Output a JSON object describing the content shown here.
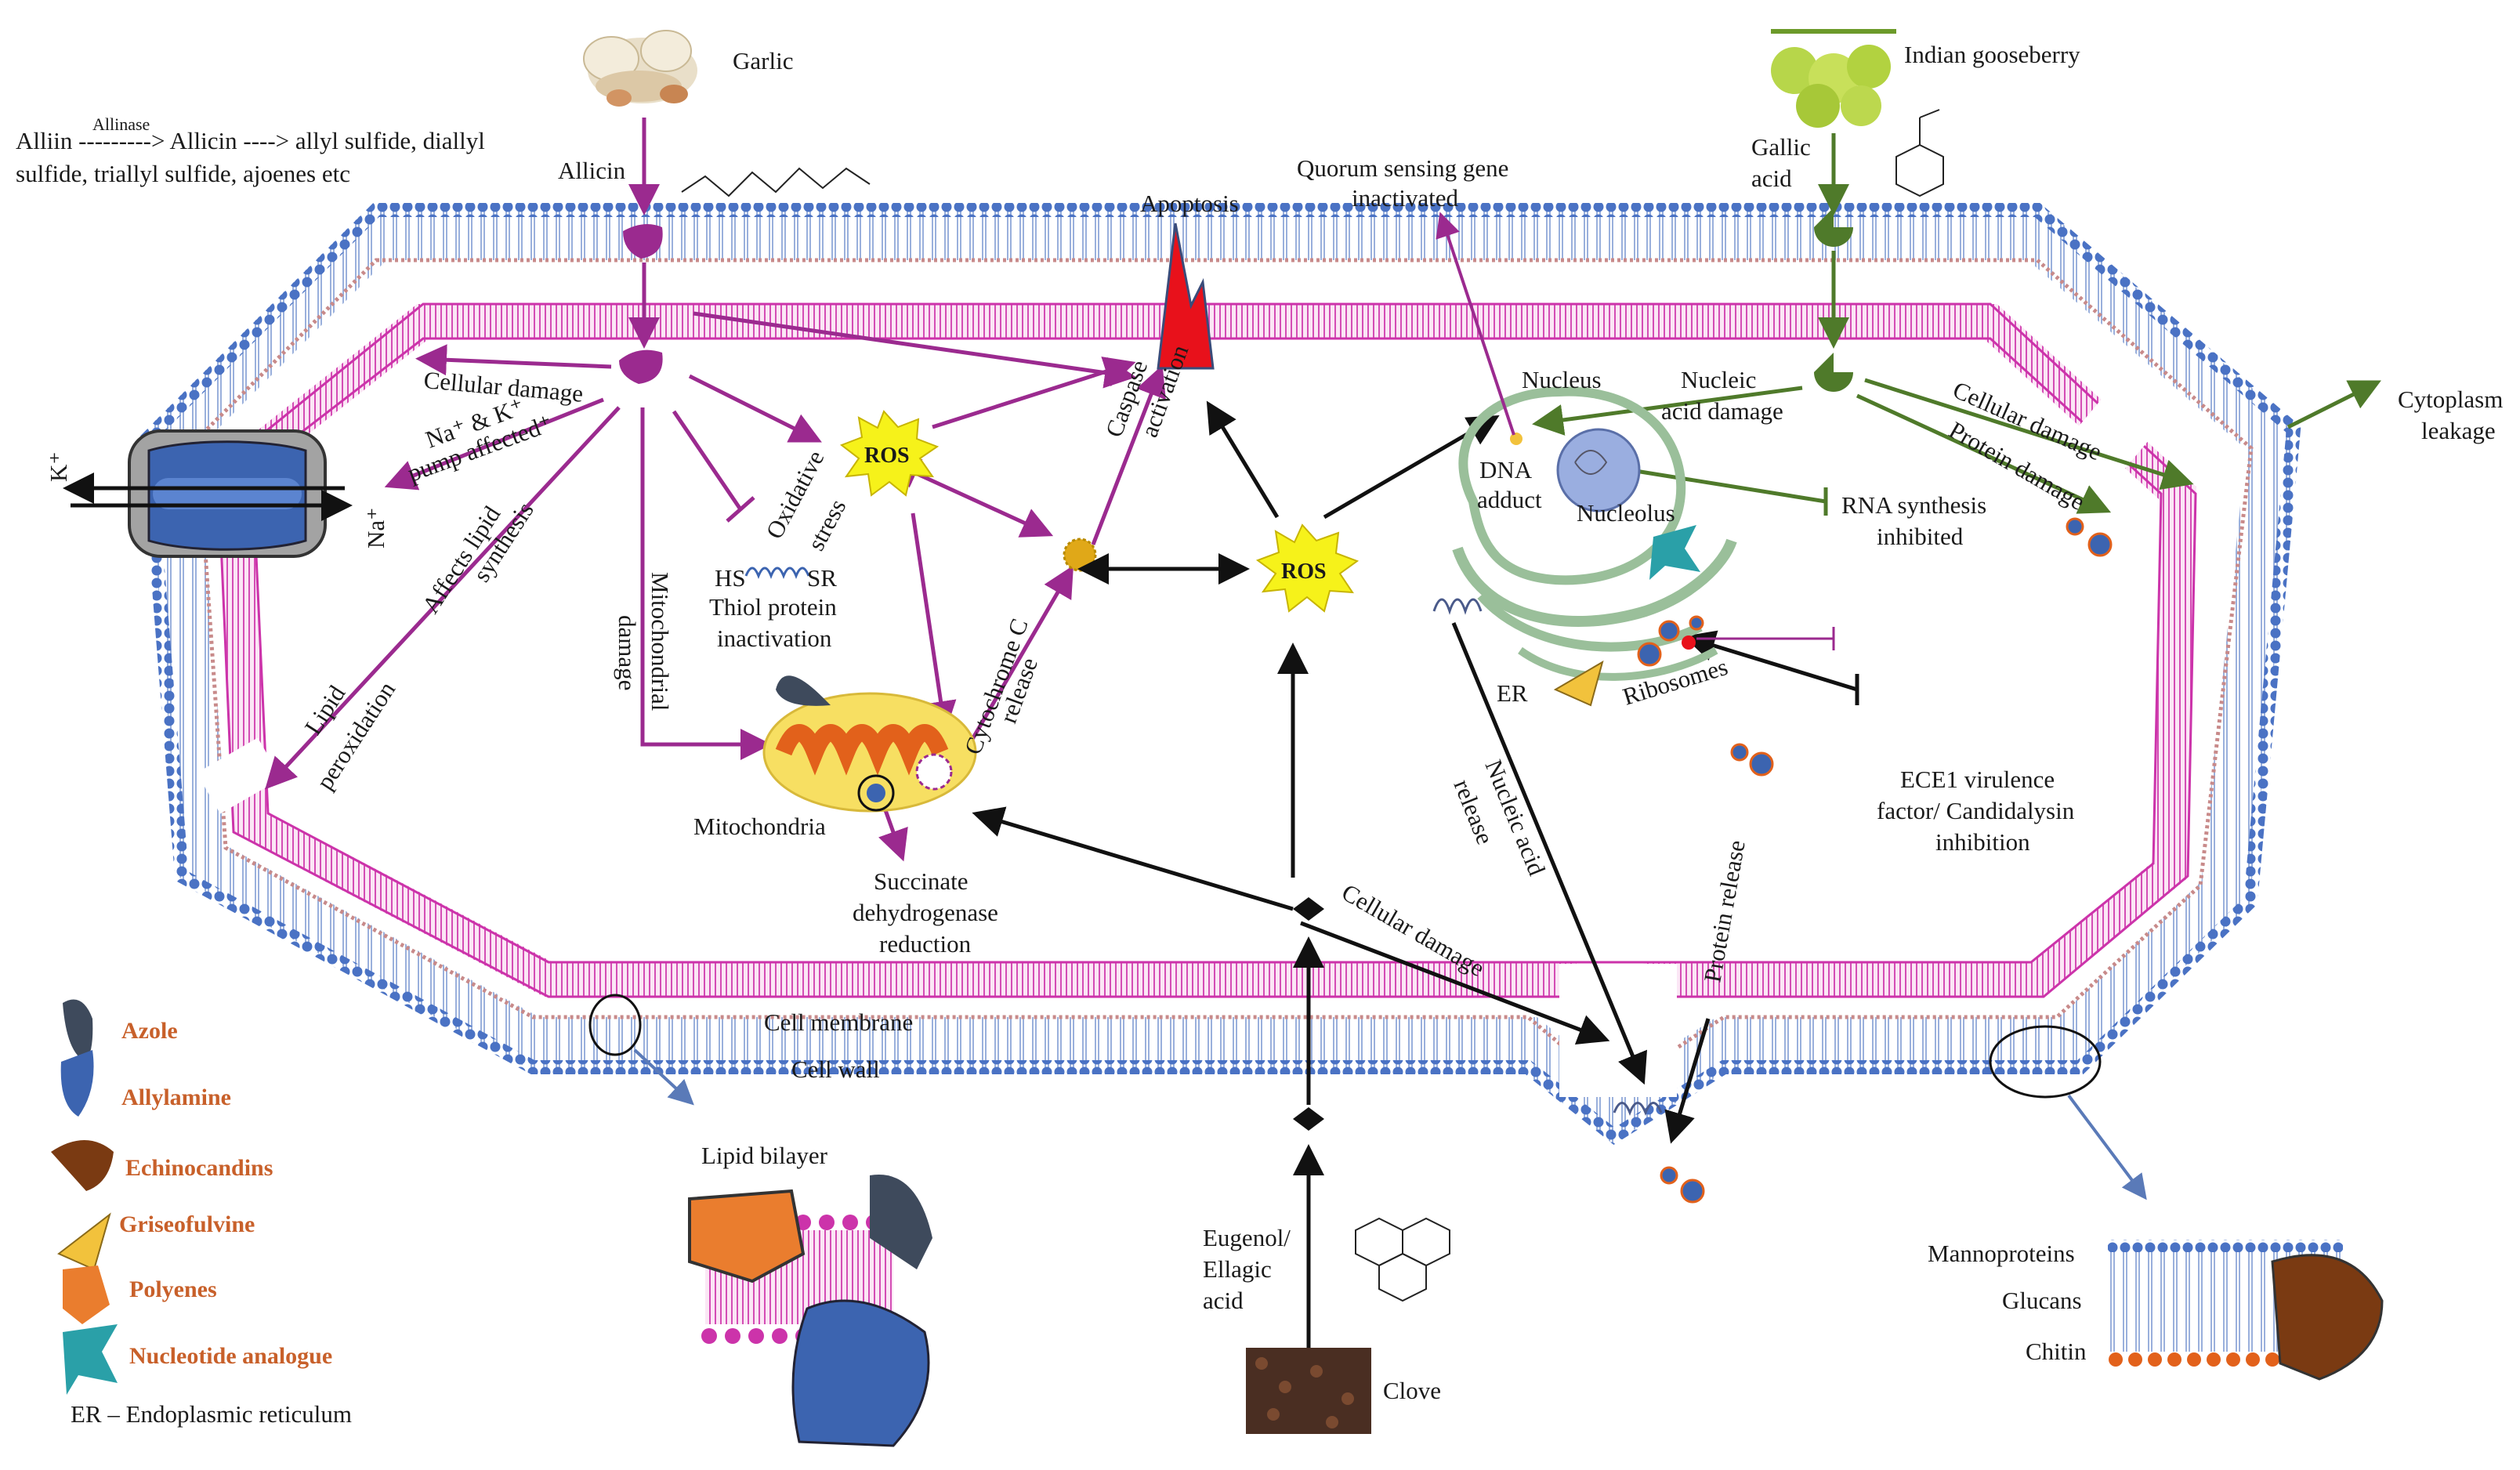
{
  "sources": {
    "garlic": {
      "name": "Garlic",
      "compound": "Allicin",
      "pathway_line1": "Alliin ---------> Allicin ----> allyl sulfide, diallyl",
      "pathway_line2": "sulfide, triallyl sulfide, ajoenes etc",
      "enzyme": "Allinase"
    },
    "gooseberry": {
      "name": "Indian gooseberry",
      "compound_line1": "Gallic",
      "compound_line2": "acid"
    },
    "clove": {
      "name": "Clove",
      "compound_line1": "Eugenol/",
      "compound_line2": "Ellagic",
      "compound_line3": "acid"
    }
  },
  "effects": {
    "cellular_damage_1": "Cellular damage",
    "pump_line1": "Na⁺ & K⁺",
    "pump_line2": "pump affected⁺",
    "lipid_synth_line1": "Affects lipid",
    "lipid_synth_line2": "synthesis",
    "lipid_perox_line1": "Lipid",
    "lipid_perox_line2": "peroxidation",
    "mito_damage_line1": "Mitochondrial",
    "mito_damage_line2": "damage",
    "ox_stress_line1": "Oxidative",
    "ox_stress_line2": "stress",
    "thiol_hs": "HS",
    "thiol_sr": "SR",
    "thiol_line1": "Thiol protein",
    "thiol_line2": "inactivation",
    "ros": "ROS",
    "apoptosis": "Apoptosis",
    "caspase_line1": "Caspase",
    "caspase_line2": "activation",
    "cytc_line1": "Cytochrome C",
    "cytc_line2": "release",
    "mitochondria": "Mitochondria",
    "sdh_line1": "Succinate",
    "sdh_line2": "dehydrogenase",
    "sdh_line3": "reduction",
    "quorum_line1": "Quorum sensing gene",
    "quorum_line2": "inactivated",
    "nucleus": "Nucleus",
    "dna_line1": "DNA",
    "dna_line2": "adduct",
    "nucleolus": "Nucleolus",
    "nucleic_damage_line1": "Nucleic",
    "nucleic_damage_line2": "acid damage",
    "cellular_damage_2": "Cellular damage",
    "protein_damage": "Protein damage",
    "cytoplasm_line1": "Cytoplasm",
    "cytoplasm_line2": "leakage",
    "rna_line1": "RNA synthesis",
    "rna_line2": "inhibited",
    "er": "ER",
    "ribosomes": "Ribosomes",
    "ece1_line1": "ECE1 virulence",
    "ece1_line2": "factor/ Candidalysin",
    "ece1_line3": "inhibition",
    "nucleic_release_line1": "Nucleic acid",
    "nucleic_release_line2": "release",
    "protein_release": "Protein release",
    "cellular_damage_3": "Cellular damage",
    "k_ion": "K⁺",
    "na_ion": "Na⁺"
  },
  "structures": {
    "cell_membrane": "Cell membrane",
    "cell_wall": "Cell wall",
    "lipid_bilayer": "Lipid bilayer",
    "mannoproteins": "Mannoproteins",
    "glucans": "Glucans",
    "chitin": "Chitin"
  },
  "legend": {
    "items": [
      {
        "label": "Azole",
        "color": "#3e4a5c",
        "icon": "azole-icon"
      },
      {
        "label": "Allylamine",
        "color": "#3c64b0",
        "icon": "allylamine-icon"
      },
      {
        "label": "Echinocandins",
        "color": "#7a3a12",
        "icon": "echinocandins-icon"
      },
      {
        "label": "Griseofulvine",
        "color": "#f2c23c",
        "icon": "griseofulvine-icon"
      },
      {
        "label": "Polyenes",
        "color": "#ea7d2e",
        "icon": "polyenes-icon"
      },
      {
        "label": "Nucleotide analogue",
        "color": "#2aa0a8",
        "icon": "nucleotide-analogue-icon"
      }
    ],
    "footnote": "ER – Endoplasmic reticulum"
  },
  "colors": {
    "garlic_path": "#9b2a8f",
    "gooseberry_path": "#4f7a2a",
    "clove_path": "#111111",
    "membrane": "#cc33aa",
    "lipid_heads": "#4a72c4",
    "ros": "#f6f21a",
    "apoptosis": "#e8111b"
  }
}
